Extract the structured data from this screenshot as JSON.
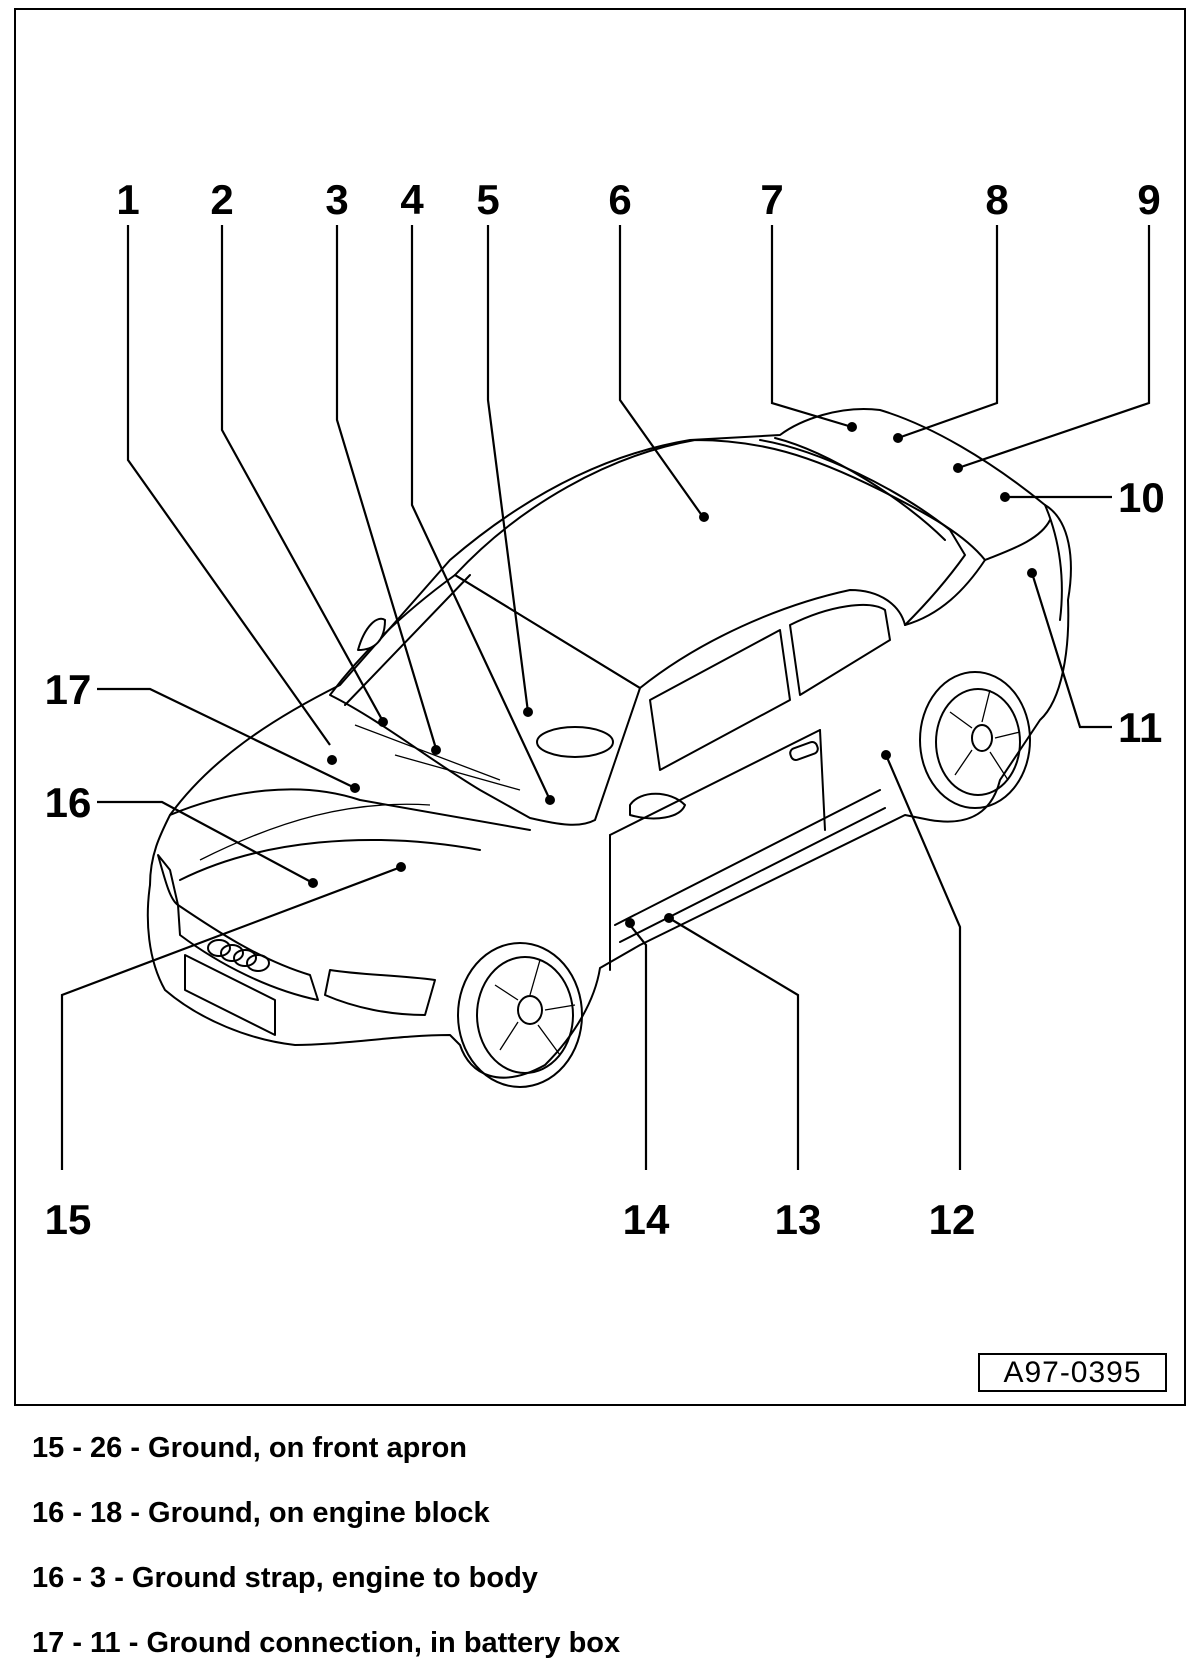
{
  "figure": {
    "id": "A97-0395",
    "callouts": [
      "1",
      "2",
      "3",
      "4",
      "5",
      "6",
      "7",
      "8",
      "9",
      "10",
      "11",
      "12",
      "13",
      "14",
      "15",
      "16",
      "17"
    ]
  },
  "legend": [
    "15 - 26 - Ground, on front apron",
    "16 - 18 - Ground, on engine block",
    "16 - 3 - Ground strap, engine to body",
    "17 - 11 - Ground connection, in battery box"
  ]
}
